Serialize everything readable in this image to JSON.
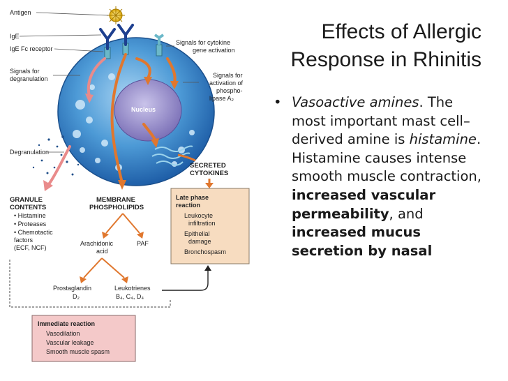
{
  "slide": {
    "title_lines": [
      "Effects of Allergic",
      "Response in Rhinitis"
    ],
    "bullet": {
      "lead_italic": "Vasoactive amines",
      "after_lead": ". The most important mast cell–derived amine is ",
      "histamine_italic": "histamine",
      "after_histamine": ". Histamine causes intense smooth muscle contraction, ",
      "bold_1": "increased vascular permeability",
      "after_bold_1": ", and ",
      "bold_2": "increased mucus secretion by nasal"
    }
  },
  "diagram": {
    "left_labels": {
      "antigen": "Antigen",
      "ige": "IgE",
      "ige_fc_receptor": "IgE Fc receptor",
      "signals_degranulation": [
        "Signals for",
        "degranulation"
      ],
      "degranulation": "Degranulation"
    },
    "right_labels": {
      "cytokine_signals": [
        "Signals for cytokine",
        "gene activation"
      ],
      "phospholipase_signals": [
        "Signals for",
        "activation of",
        "phospho-",
        "lipase A₂"
      ]
    },
    "nucleus": "Nucleus",
    "secreted_cytokines": [
      "SECRETED",
      "CYTOKINES"
    ],
    "granule_contents": {
      "heading": [
        "GRANULE",
        "CONTENTS"
      ],
      "items": [
        "• Histamine",
        "• Proteases",
        "• Chemotactic",
        "   factors",
        "   (ECF, NCF)"
      ]
    },
    "membrane_phospholipids": [
      "MEMBRANE",
      "PHOSPHOLIPIDS"
    ],
    "arachidonic_acid": [
      "Arachidonic",
      "acid"
    ],
    "paf": "PAF",
    "prostaglandin": [
      "Prostaglandin",
      "D₂"
    ],
    "leukotrienes": [
      "Leukotrienes",
      "B₄, C₄, D₄"
    ],
    "late_phase": {
      "heading": [
        "Late phase",
        "reaction"
      ],
      "items": [
        "Leukocyte",
        "infiltration",
        "Epithelial",
        "damage",
        "Bronchospasm"
      ]
    },
    "immediate": {
      "heading": "Immediate reaction",
      "items": [
        "Vasodilation",
        "Vascular leakage",
        "Smooth muscle spasm"
      ]
    },
    "colors": {
      "cell": "#3f8fd0",
      "nucleus": "#8f86c6",
      "ige": "#1d3f8f",
      "receptor": "#6bb8c9",
      "orange_arrow": "#e0772e",
      "pink_arrow": "#e98b8b",
      "late_box": "#f7dcc0",
      "immediate_box": "#f4c9c9"
    },
    "icons": {
      "antigen": "antigen-starburst-icon",
      "ige": "antibody-y-icon",
      "receptor": "fc-receptor-icon"
    }
  }
}
